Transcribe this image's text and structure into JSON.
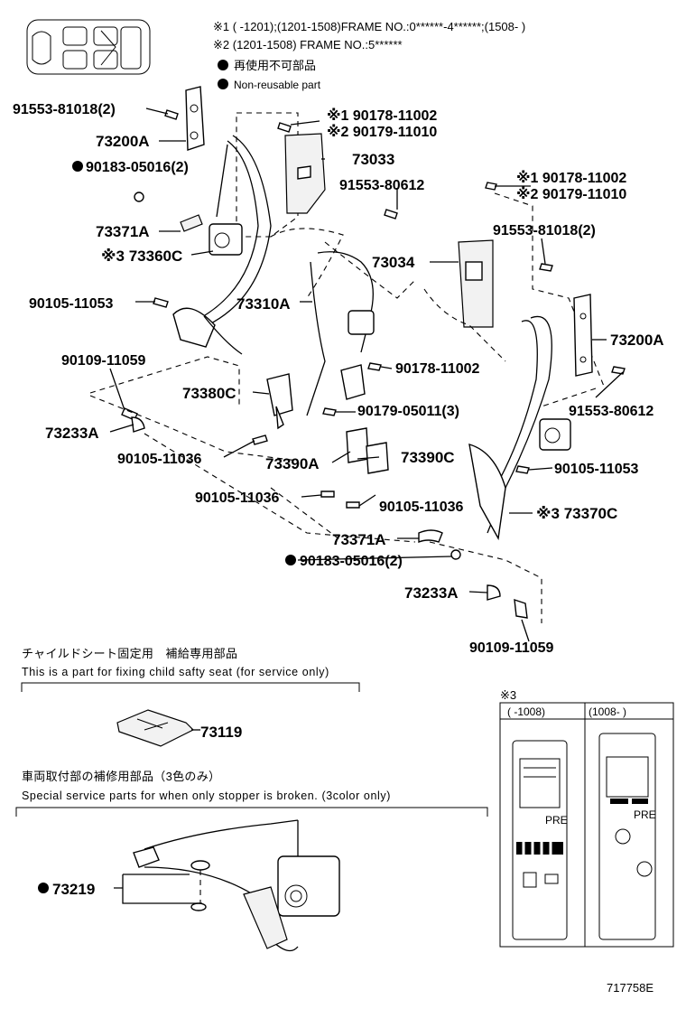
{
  "notes": {
    "note1": "※1 (       -1201);(1201-1508)FRAME NO.:0******-4******;(1508-        )",
    "note2": "※2 (1201-1508) FRAME NO.:5******",
    "legend_ja": "再使用不可部品",
    "legend_en": "Non-reusable part"
  },
  "callouts": {
    "c01": "91553-81018(2)",
    "c02": "73200A",
    "c03": "90183-05016(2)",
    "c04": "73371A",
    "c05": "※3 73360C",
    "c06": "90105-11053",
    "c07": "90109-11059",
    "c08": "73233A",
    "c09": "73380C",
    "c10": "90105-11036",
    "c11": "73390A",
    "c12": "90105-11036",
    "c13": "73371A",
    "c14": "90183-05016(2)",
    "c15": "73233A",
    "c16": "90109-11059",
    "c17": "※1 90178-11002",
    "c18": "※2 90179-11010",
    "c19": "73033",
    "c20": "91553-80612",
    "c21": "73310A",
    "c22": "73034",
    "c23": "90178-11002",
    "c24": "90179-05011(3)",
    "c25": "73390C",
    "c26": "90105-11036",
    "c27": "※1 90178-11002",
    "c28": "※2 90179-11010",
    "c29": "91553-81018(2)",
    "c30": "73200A",
    "c31": "91553-80612",
    "c32": "90105-11053",
    "c33": "※3 73370C"
  },
  "child_seat": {
    "title_ja": "チャイルドシート固定用　補給専用部品",
    "title_en": "This is a part for fixing child safty seat (for service only)",
    "part": "73119"
  },
  "stopper": {
    "title_ja": "車両取付部の補修用部品（3色のみ）",
    "title_en": "Special service parts for when only stopper is broken. (3color only)",
    "part": "73219"
  },
  "inset": {
    "mark": "※3",
    "left_header": "(        -1008)",
    "right_header": "(1008-        )",
    "pre_label": "PRE"
  },
  "footer": {
    "code": "717758E"
  }
}
